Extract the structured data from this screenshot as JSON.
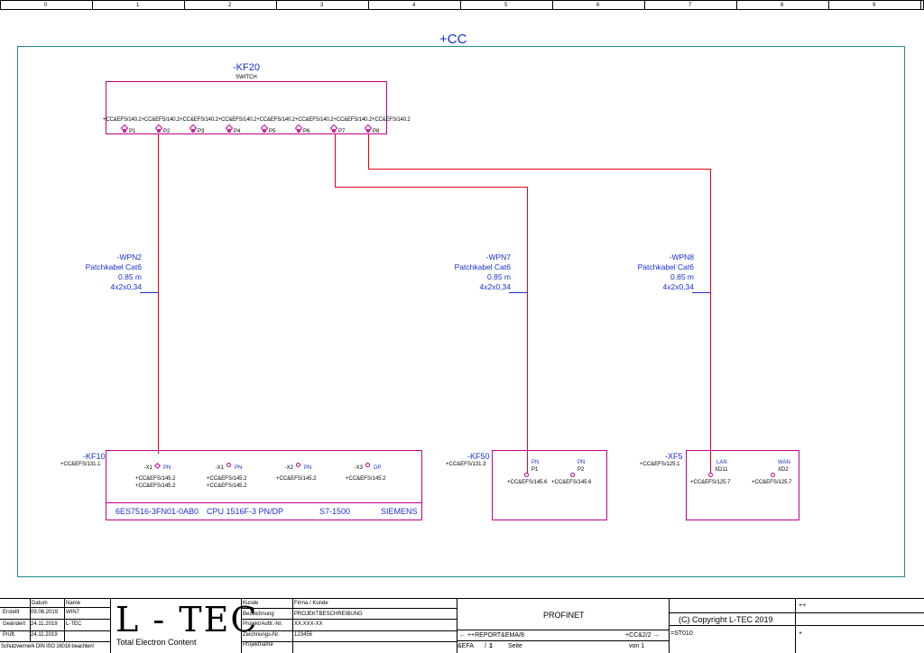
{
  "ruler": {
    "cols": [
      "0",
      "1",
      "2",
      "3",
      "4",
      "5",
      "6",
      "7",
      "8",
      "9"
    ]
  },
  "location": "+CC",
  "switch": {
    "name": "-KF20",
    "type": "SWITCH",
    "refs_row": "+CC&EFS/140.2+CC&EFS/140.2+CC&EFS/140.2+CC&EFS/140.2+CC&EFS/140.2+CC&EFS/140.2+CC&EFS/140.2+CC&EFS/140.2",
    "ports": [
      "P1",
      "P2",
      "P3",
      "P4",
      "P5",
      "P6",
      "P7",
      "P8"
    ]
  },
  "cables": [
    {
      "name": "-WPN2",
      "type": "Patchkabel Cat6",
      "length": "0.85 m",
      "spec": "4x2x0,34"
    },
    {
      "name": "-WPN7",
      "type": "Patchkabel Cat6",
      "length": "0.85 m",
      "spec": "4x2x0,34"
    },
    {
      "name": "-WPN8",
      "type": "Patchkabel Cat6",
      "length": "0.85 m",
      "spec": "4x2x0,34"
    }
  ],
  "kf10": {
    "name": "-KF10",
    "ref": "+CC&EFS/131.1",
    "ports": [
      {
        "id": "-X1",
        "pin": "PN",
        "refs": [
          "+CC&EFS/145.2",
          "+CC&EFS/145.2"
        ]
      },
      {
        "id": "-X1",
        "pin": "PN",
        "refs": [
          "+CC&EFS/145.2",
          "+CC&EFS/145.2"
        ]
      },
      {
        "id": "-X2",
        "pin": "PN",
        "refs": [
          "+CC&EFS/145.2"
        ]
      },
      {
        "id": "-X3",
        "pin": "DP",
        "refs": [
          "+CC&EFS/145.2"
        ]
      }
    ],
    "order_no": "6ES7516-3FN01-0AB0",
    "model": "CPU 1516F-3 PN/DP",
    "family": "S7-1500",
    "maker": "SIEMENS"
  },
  "kf50": {
    "name": "-KF50",
    "ref": "+CC&EFS/131.3",
    "ports": [
      {
        "label": "PN",
        "id": "P1",
        "ref": "+CC&EFS/145.6"
      },
      {
        "label": "PN",
        "id": "P2",
        "ref": "+CC&EFS/145.6"
      }
    ]
  },
  "xf5": {
    "name": "-XF5",
    "ref": "+CC&EFS/125.1",
    "ports": [
      {
        "label": "LAN",
        "id": "XD11",
        "ref": "+CC&EFS/125.7"
      },
      {
        "label": "WAN",
        "id": "XD2",
        "ref": "+CC&EFS/125.7"
      }
    ]
  },
  "titleblock": {
    "h_datum": "Datum",
    "h_name": "Name",
    "rows": [
      {
        "label": "Erstellt",
        "date": "09.06.2019",
        "name": "WIN7"
      },
      {
        "label": "Geändert",
        "date": "24.11.2019",
        "name": "L-TEC"
      },
      {
        "label": "Prüft.",
        "date": "24.11.2019",
        "name": ""
      }
    ],
    "norm": "Schutzvermerk DIN ISO 16016 beachten!",
    "logo": "L - TEC",
    "logo_sub": "Total Electron Content",
    "fields": [
      {
        "label": "Kunde",
        "value": "Firma / Kunde"
      },
      {
        "label": "Bezeichnung",
        "value": "PROJEKTBESCHREIBUNG"
      },
      {
        "label": "Projekt/Auftr.-Nr.",
        "value": "XX.XXX-XX"
      },
      {
        "label": "Zeichnungs-Nr.",
        "value": "123456"
      },
      {
        "label": "Projektname",
        "value": ""
      }
    ],
    "page_title": "PROFINET",
    "prev_page": "←  ++REPORT&EMA/8",
    "next_page": "+CC&2/2  →",
    "page_ref": "&EFA",
    "page_sep": "/",
    "page_num": "1",
    "seite": "Seite",
    "von": "von 1",
    "copyright": "(C) Copyright L-TEC 2019",
    "st": "=ST010",
    "plusplus": "++",
    "plus": "+"
  }
}
